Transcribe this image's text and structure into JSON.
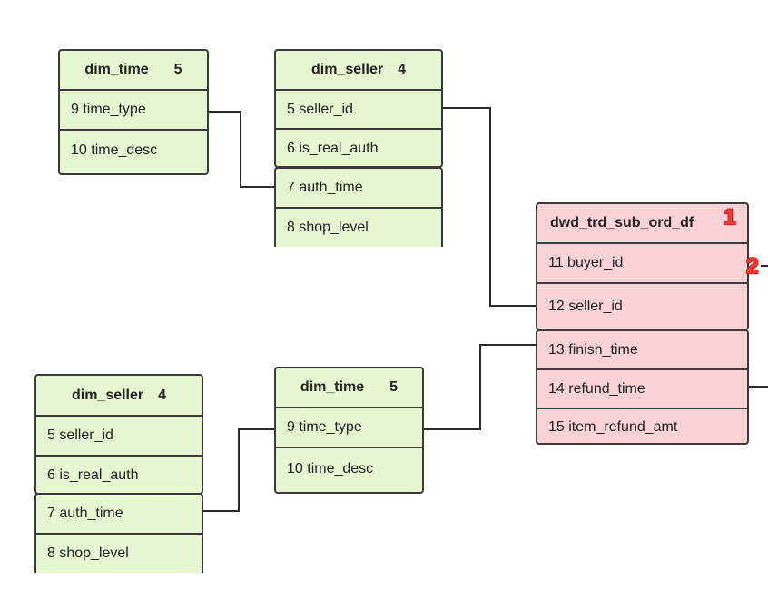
{
  "tables": {
    "dim_time_top": {
      "name": "dim_time",
      "count": "5",
      "rows": [
        "9 time_type",
        "10 time_desc"
      ]
    },
    "dim_seller_top": {
      "name": "dim_seller",
      "count": "4",
      "rows_a": [
        "5  seller_id",
        "6  is_real_auth"
      ],
      "rows_b": [
        "7  auth_time",
        "8  shop_level"
      ]
    },
    "fact": {
      "name": "dwd_trd_sub_ord_df",
      "rows_a": [
        "11 buyer_id",
        "12 seller_id"
      ],
      "rows_b": [
        "13 finish_time",
        "14 refund_time",
        "15 item_refund_amt"
      ]
    },
    "dim_seller_bottom": {
      "name": "dim_seller",
      "count": "4",
      "rows_a": [
        "5  seller_id",
        "6  is_real_auth"
      ],
      "rows_b": [
        "7  auth_time",
        "8  shop_level"
      ]
    },
    "dim_time_bottom": {
      "name": "dim_time",
      "count": "5",
      "rows": [
        "9 time_type",
        "10 time_desc"
      ]
    }
  },
  "badges": {
    "first": "1",
    "second": "2"
  },
  "colors": {
    "dimension_fill": "#e6f7d2",
    "fact_fill": "#fbd3d6",
    "border": "#3a3a3a",
    "badge": "#e1201d"
  }
}
